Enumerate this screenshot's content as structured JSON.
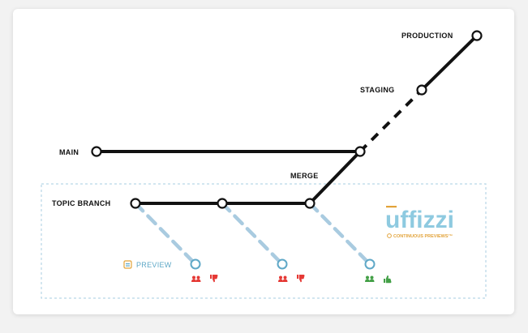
{
  "diagram": {
    "labels": {
      "production": "PRODUCTION",
      "staging": "STAGING",
      "main": "MAIN",
      "merge": "MERGE",
      "topic_branch": "TOPIC BRANCH",
      "preview": "PREVIEW"
    },
    "logo": {
      "name": "uffizzi",
      "tagline": "CONTINUOUS PREVIEWS™"
    },
    "previews": [
      {
        "reaction": "thumbs-down",
        "color": "#e53935"
      },
      {
        "reaction": "thumbs-down",
        "color": "#e53935"
      },
      {
        "reaction": "thumbs-up",
        "color": "#43a047"
      }
    ],
    "colors": {
      "line": "#111111",
      "preview_line": "#a9cbe0",
      "dashed_box": "#b7d6e6",
      "brand": "#8ecae0",
      "tagline": "#e2a33a"
    }
  }
}
